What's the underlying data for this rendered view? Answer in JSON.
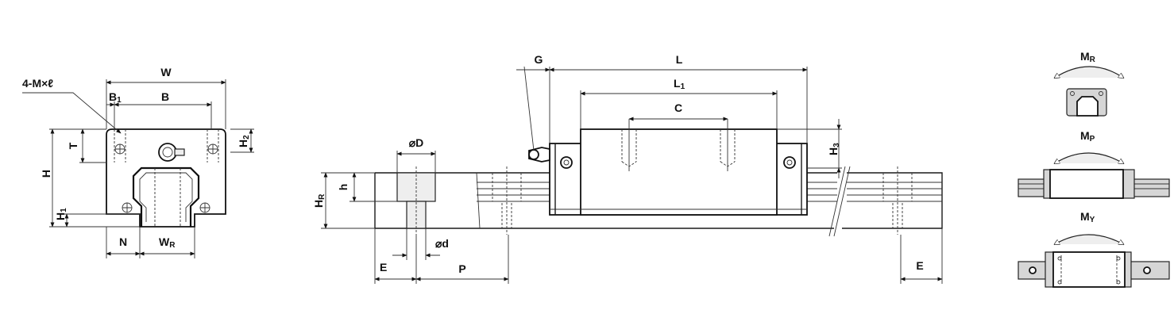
{
  "labels": {
    "w": "W",
    "b1": "B",
    "b1_sub": "1",
    "b": "B",
    "t": "T",
    "h": "H",
    "h1": "H",
    "h1_sub": "1",
    "h2": "H",
    "h2_sub": "2",
    "n": "N",
    "wr": "W",
    "wr_sub": "R",
    "mount": "4-M×ℓ",
    "g": "G",
    "l": "L",
    "l1": "L",
    "l1_sub": "1",
    "c": "C",
    "h3": "H",
    "h3_sub": "3",
    "od_big": "⌀D",
    "hr": "H",
    "hr_sub": "R",
    "h_small": "h",
    "od_small": "⌀d",
    "e_left": "E",
    "p": "P",
    "e_right": "E",
    "mr": "M",
    "mr_sub": "R",
    "mp": "M",
    "mp_sub": "P",
    "my": "M",
    "my_sub": "Y"
  }
}
